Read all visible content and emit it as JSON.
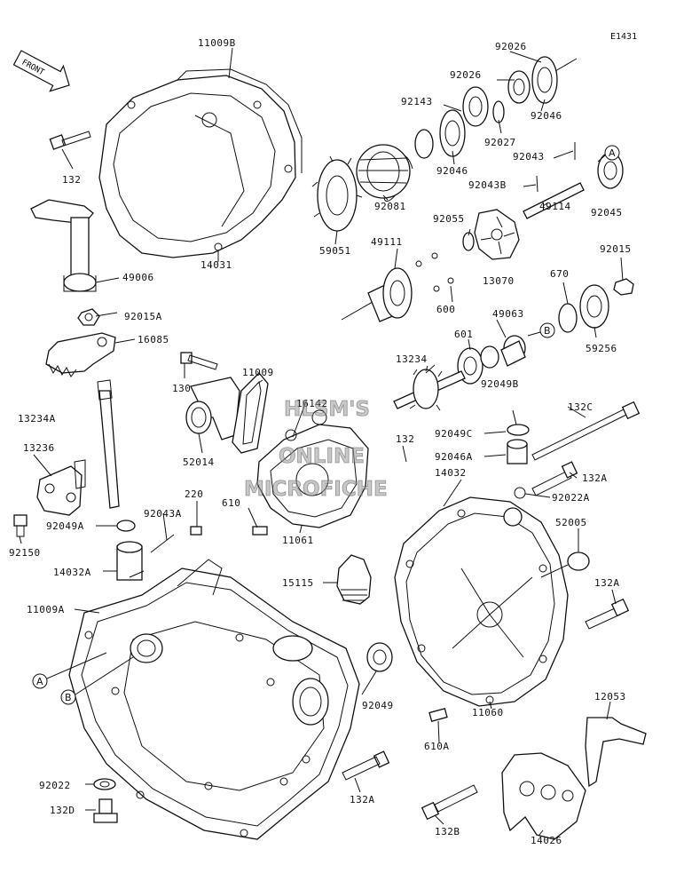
{
  "diagram_code": "E1431",
  "front_label": "FRONT",
  "watermark": [
    "HLSM'S",
    "ONLINE",
    "MICROFICHE"
  ],
  "reference_markers": [
    "A",
    "B"
  ],
  "part_labels": {
    "p11009B": "11009B",
    "p132": "132",
    "p49006": "49006",
    "p14031": "14031",
    "p92015A": "92015A",
    "p16085": "16085",
    "p13234A": "13234A",
    "p13236": "13236",
    "p92049A": "92049A",
    "p92150": "92150",
    "p130": "130",
    "p11009": "11009",
    "p52014": "52014",
    "p16142": "16142",
    "p220": "220",
    "p92043A": "92043A",
    "p610": "610",
    "p11061": "11061",
    "p14032A": "14032A",
    "p11009A": "11009A",
    "p15115": "15115",
    "p92049": "92049",
    "p92022": "92022",
    "p132D": "132D",
    "p132A_bottom": "132A",
    "p92026a": "92026",
    "p92026b": "92026",
    "p92143": "92143",
    "p92046a": "92046",
    "p92027": "92027",
    "p92043": "92043",
    "p92046b": "92046",
    "p92043B": "92043B",
    "p92081": "92081",
    "p92045": "92045",
    "p59051": "59051",
    "p49111": "49111",
    "p92055": "92055",
    "p49114": "49114",
    "p92015": "92015",
    "p13070": "13070",
    "p670": "670",
    "p600": "600",
    "p49063": "49063",
    "p601": "601",
    "p59256": "59256",
    "p13234": "13234",
    "p92049B": "92049B",
    "p132C": "132C",
    "p92049C": "92049C",
    "p132_mid": "132",
    "p92046A": "92046A",
    "p132A_a": "132A",
    "p14032": "14032",
    "p92022A": "92022A",
    "p52005": "52005",
    "p132A_b": "132A",
    "p610A": "610A",
    "p11060": "11060",
    "p12053": "12053",
    "p132B": "132B",
    "p14026": "14026"
  }
}
